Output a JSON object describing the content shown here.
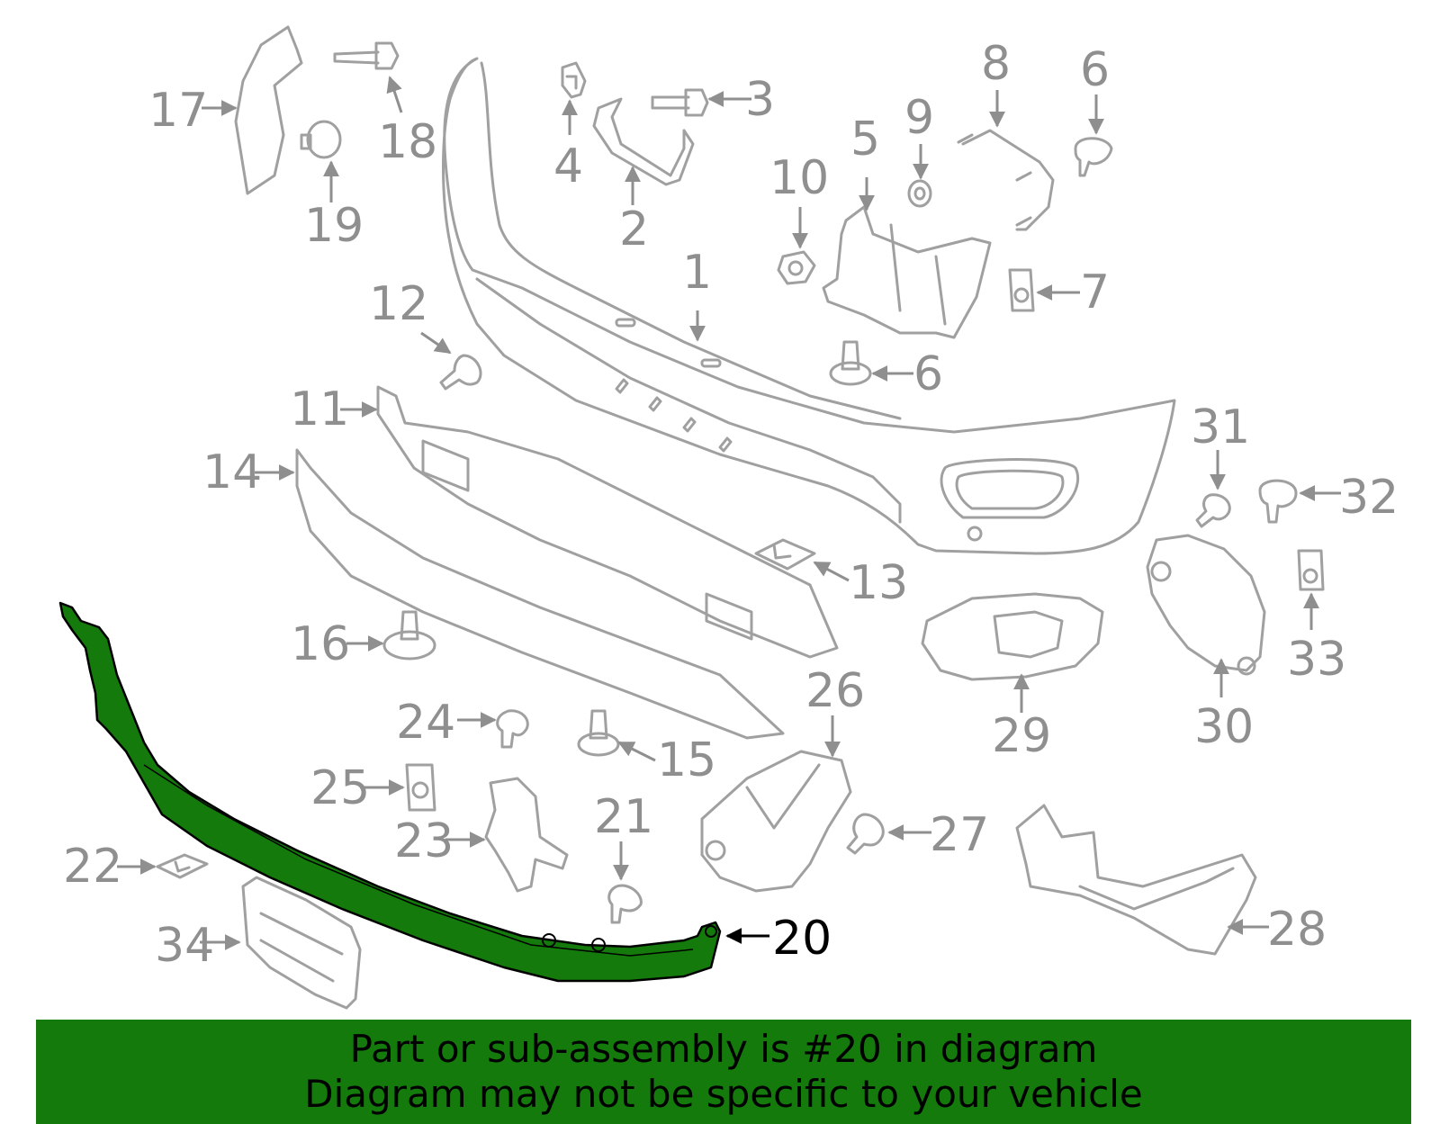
{
  "highlight_color": "#137a0b",
  "highlighted_part": "20",
  "callouts": [
    "1",
    "2",
    "3",
    "4",
    "5",
    "6",
    "6",
    "7",
    "8",
    "9",
    "10",
    "11",
    "12",
    "13",
    "14",
    "15",
    "16",
    "17",
    "18",
    "19",
    "20",
    "21",
    "22",
    "23",
    "24",
    "25",
    "26",
    "27",
    "28",
    "29",
    "30",
    "31",
    "32",
    "33",
    "34"
  ],
  "banner": {
    "line1": "Part or sub-assembly is #20 in diagram",
    "line2": "Diagram may not be specific to your vehicle"
  }
}
